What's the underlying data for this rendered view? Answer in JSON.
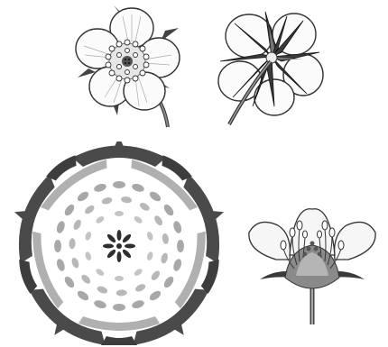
{
  "figure": {
    "panels": [
      {
        "id": "flower-front-view",
        "icon": "flower-front-view-drawing"
      },
      {
        "id": "flower-back-view",
        "icon": "flower-back-view-drawing"
      },
      {
        "id": "floral-diagram",
        "icon": "floral-diagram"
      },
      {
        "id": "flower-longitudinal-section",
        "icon": "flower-longitudinal-section-drawing"
      }
    ]
  }
}
